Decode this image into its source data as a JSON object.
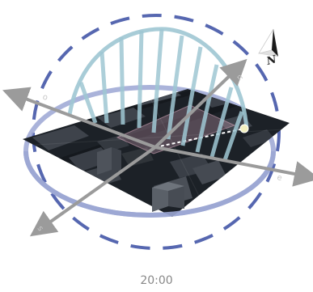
{
  "colors": {
    "ground": "#1c2127",
    "building_top": "#3e434b",
    "building_side": "#2a2e35",
    "highlight": "#caa0b3",
    "path_ring": "#9ba6d3",
    "dashed_ring": "#5667b0",
    "arc": "#9fc7d3",
    "arrow": "#9b9b9b",
    "sun": "#f3f0c0"
  },
  "compass": {
    "north_label": "N",
    "icon": "compass-north-icon"
  },
  "axes": {
    "north": "n",
    "east": "e",
    "south": "s",
    "west": "o"
  },
  "time": "20:00"
}
